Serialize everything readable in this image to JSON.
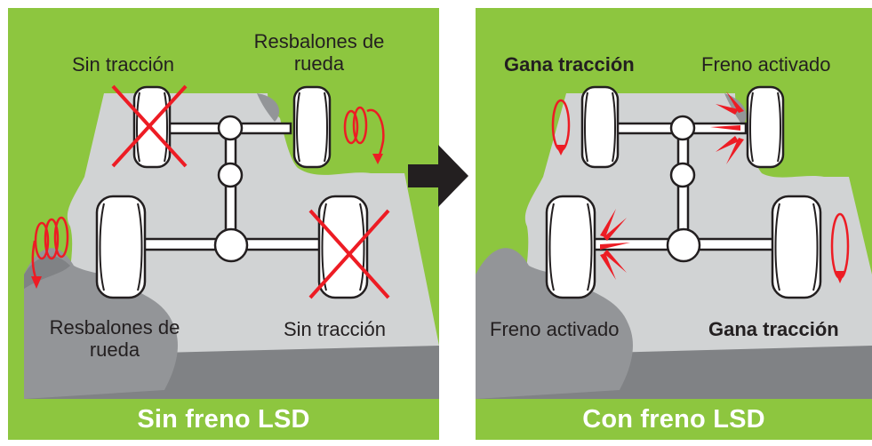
{
  "arrow_icon": "right-arrow-icon",
  "colors": {
    "grass": "#8dc63f",
    "road": "#d1d3d4",
    "road_edge": "#808285",
    "mud": "#939598",
    "wheel": "#ffffff",
    "outline": "#231f20",
    "slip_arrow": "#ed1c24",
    "no_traction_cross": "#ed1c24",
    "brake_mark": "#ed1c24",
    "footer_text": "#ffffff"
  },
  "left_panel": {
    "title": "Sin freno LSD",
    "labels": {
      "front_left": "Sin tracción",
      "front_right": "Resbalones de rueda",
      "rear_left": "Resbalones de rueda",
      "rear_right": "Sin tracción"
    }
  },
  "right_panel": {
    "title": "Con freno LSD",
    "labels": {
      "front_left": "Gana tracción",
      "front_right": "Freno activado",
      "rear_left": "Freno activado",
      "rear_right": "Gana tracción"
    }
  }
}
